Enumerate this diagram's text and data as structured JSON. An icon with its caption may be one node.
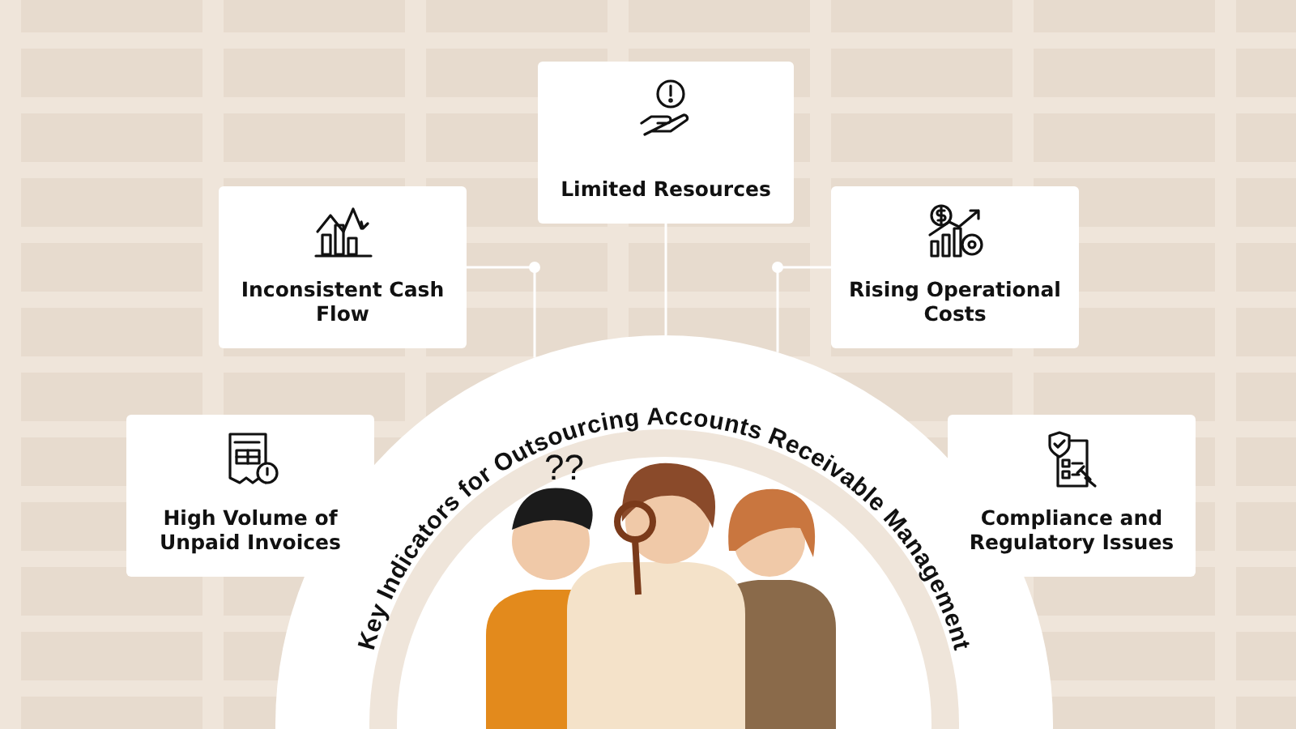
{
  "diagram": {
    "nodes": [
      {
        "text": [
          "Limited Resources"
        ]
      },
      {
        "text": [
          "Inconsistent Cash Flow"
        ]
      },
      {
        "text": [
          "Rising Operational Costs"
        ]
      },
      {
        "text": [
          "Key Indicators for Outsourcing Accounts Receivable Management"
        ]
      },
      {
        "text": [
          "High Volume of Unpaid Invoices"
        ]
      },
      {
        "text": [
          "Compliance and Regulatory Issues"
        ]
      }
    ],
    "edges": [
      {
        "from": 0,
        "to": 3,
        "arrow": "none"
      },
      {
        "from": 1,
        "to": 3,
        "arrow": "none"
      },
      {
        "from": 2,
        "to": 3,
        "arrow": "none"
      }
    ],
    "labels": [
      "??"
    ]
  }
}
